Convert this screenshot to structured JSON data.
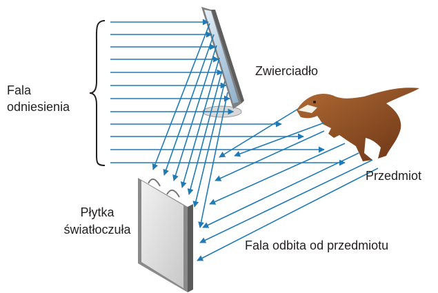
{
  "labels": {
    "reference_wave_line1": "Fala",
    "reference_wave_line2": "odniesienia",
    "mirror": "Zwierciadło",
    "object": "Przedmiot",
    "plate_line1": "Płytka",
    "plate_line2": "światłoczuła",
    "object_wave": "Fala odbita od przedmiotu"
  },
  "colors": {
    "arrow": "#1f7ab5",
    "text": "#231f20",
    "brace": "#231f20",
    "plate_frame": "#7a7a7a",
    "plate_face": "#dcdcdc",
    "mirror_frame": "#8c8c8c",
    "mirror_face": "#bcd3e6",
    "dinosaur": "#8a4a22"
  },
  "icons": [
    "dinosaur-icon",
    "mirror-icon",
    "photographic-plate-icon",
    "brace-icon"
  ]
}
